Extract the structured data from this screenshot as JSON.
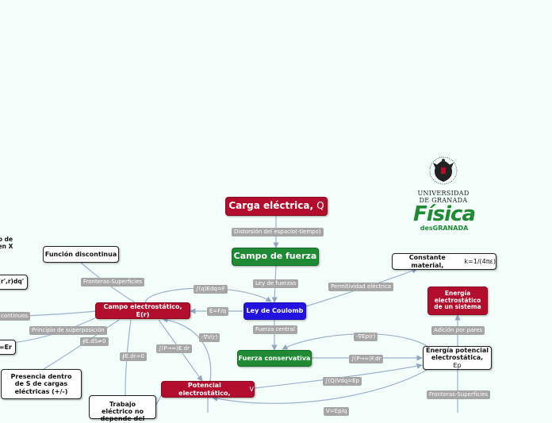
{
  "nodes": {
    "carga": {
      "title": "Carga eléctrica,",
      "sym": "Q"
    },
    "campo_fuerza": {
      "title": "Campo de fuerza"
    },
    "ley_coulomb": {
      "title": "Ley de Coulomb"
    },
    "campo_electrostatico": {
      "title": "Campo electrostático, E(r)"
    },
    "fuerza_conservativa": {
      "title": "Fuerza conservativa"
    },
    "potencial": {
      "title": "Potencial electrostático,",
      "sym": "V"
    },
    "energia_potencial": {
      "title": "Energía potencial electrostática,",
      "sym": "Ep"
    },
    "constante": {
      "title": "Constante material,",
      "sym": "k=1/(4πε)"
    },
    "energia_sistema": {
      "title": "Energía electrostático de un sistema"
    },
    "funcion_discontinua": {
      "title": "Función discontinua"
    },
    "presencia": {
      "title": "Presencia dentro de S de cargas eléctricas (+/-)"
    },
    "trabajo": {
      "title": "Trabajo eléctrico no depende del"
    },
    "left_cut_1": {
      "title": "o de en X"
    },
    "left_cut_2": {
      "title": "(r',r)dq'"
    },
    "left_cut_3": {
      "title": "=Er"
    }
  },
  "edge_labels": {
    "distorsion": "Distorsión del espacio(-tiempo)",
    "ley_fuerzas": "Ley de fuerzas",
    "permitividad": "Permitividad eléctrica",
    "fronteras_1": "Fronteras-Superficies",
    "int_q_edq": "∫(q)Edq=F",
    "e_fq": "E=F/q",
    "fuerza_central": "Fuerza central",
    "principio": "Principio de superposición",
    "flux": "∮E.dS≠0",
    "continuos": "continuos",
    "grad_ep": "-∇Ep(r)",
    "adicion": "Adición por pares",
    "grad_v": "-∇V(r)",
    "int_p_edr": "∫(P→∞)E.dr",
    "int_p_fdr": "∫(P→∞)F.dr",
    "circ": "∮E.dr=0",
    "int_vdq": "∫(Q)Vdq=Ep",
    "fronteras_2": "Fronteras-Superficies",
    "v_ep": "V=Ep/q"
  },
  "logo": {
    "line1": "UNIVERSIDAD",
    "line2": "DE GRANADA",
    "brand_main": "Física",
    "brand_sub": "desGRANADA"
  },
  "colors": {
    "background": "#f3fdf9",
    "red": "#b30d2d",
    "green": "#1e8a34",
    "blue": "#2313e0",
    "connector": "#9cb3c9",
    "label": "#a6a6a6"
  }
}
